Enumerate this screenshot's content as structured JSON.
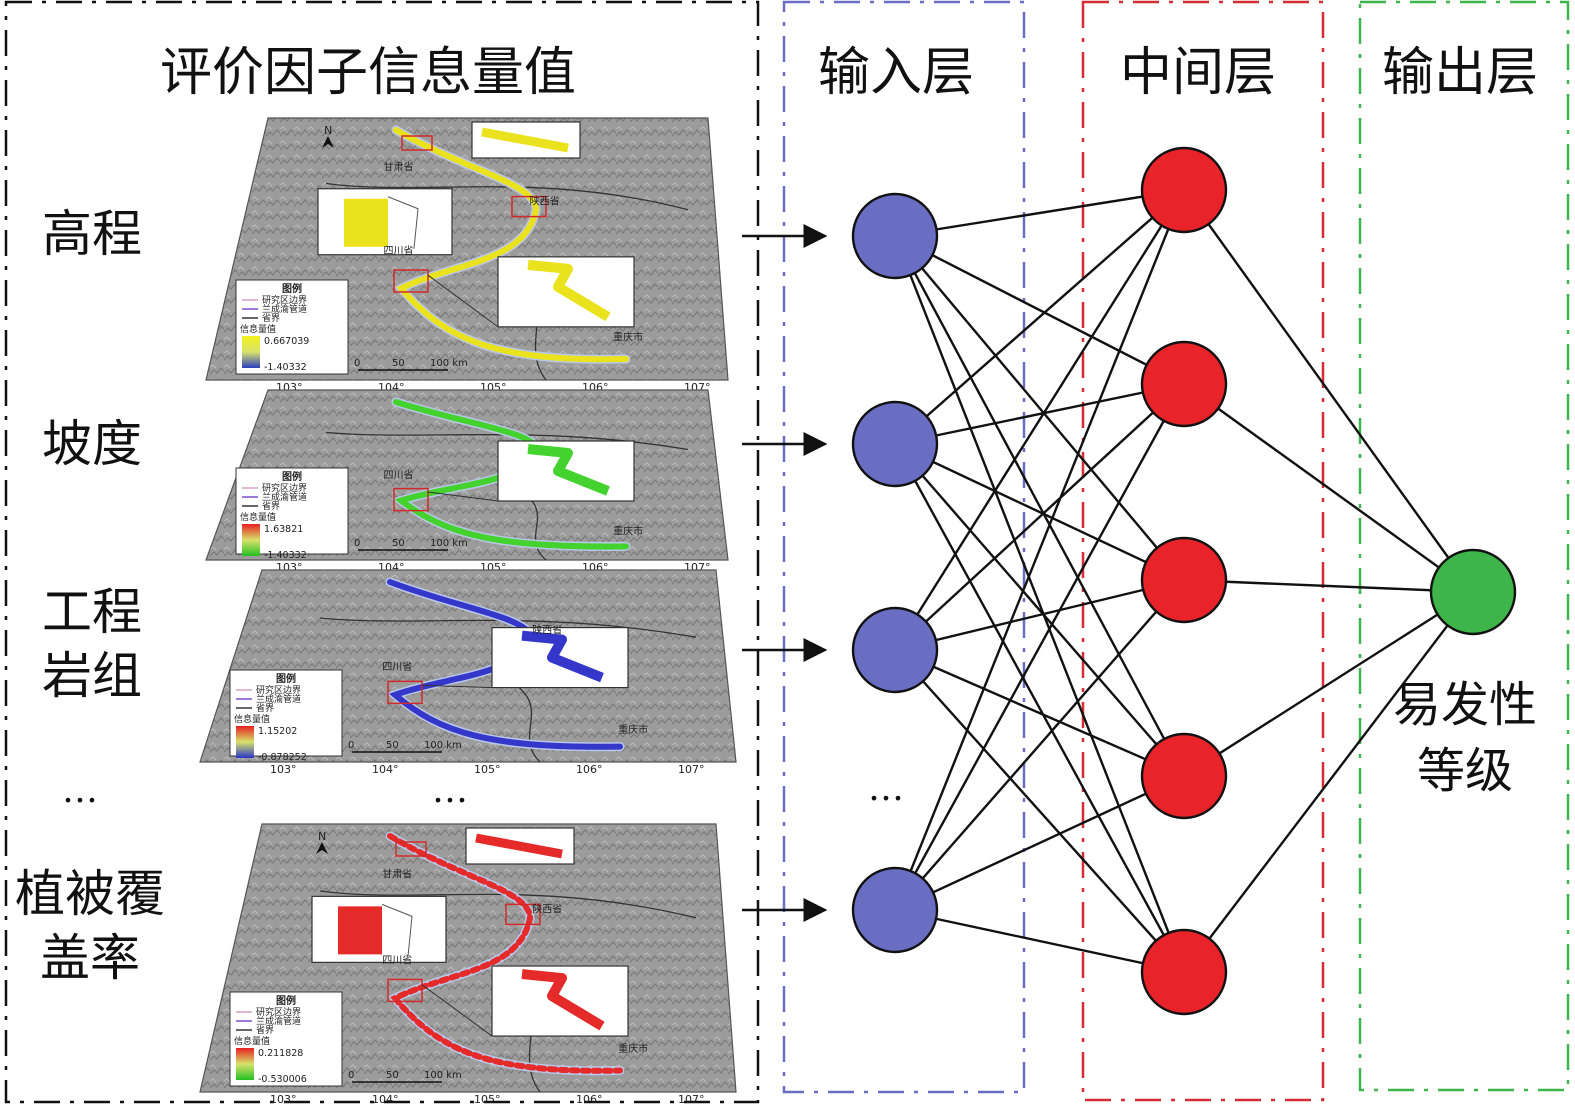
{
  "left_panel": {
    "title": "评价因子信息量值",
    "factors": [
      {
        "label": "高程"
      },
      {
        "label": "坡度"
      },
      {
        "label": "工程岩组"
      },
      {
        "label": "植被覆盖率"
      }
    ],
    "ellipsis_left": "…",
    "ellipsis_mid": "…"
  },
  "maps": [
    {
      "legend_title": "图例",
      "legend_items": [
        "研究区边界",
        "兰成渝管道",
        "省界"
      ],
      "value_title": "信息量值",
      "max": "0.667039",
      "min": "-1.40332",
      "ramp": [
        "#f2f21a",
        "#2b3fbf"
      ],
      "route": "#e9e21c",
      "provinces": [
        "甘肃省",
        "陕西省",
        "四川省",
        "重庆市"
      ]
    },
    {
      "legend_title": "图例",
      "legend_items": [
        "研究区边界",
        "兰成渝管道",
        "省界"
      ],
      "value_title": "信息量值",
      "max": "1.63821",
      "min": "-1.40332",
      "ramp": [
        "#e62020",
        "#22c022"
      ],
      "route": "#44d22e",
      "provinces": [
        "四川省",
        "重庆市"
      ]
    },
    {
      "legend_title": "图例",
      "legend_items": [
        "研究区边界",
        "兰成渝管道",
        "省界"
      ],
      "value_title": "信息量值",
      "max": "1.15202",
      "min": "-0.878252",
      "ramp": [
        "#e62020",
        "#2a35c8"
      ],
      "route": "#3437c9",
      "provinces": [
        "陕西省",
        "四川省",
        "重庆市"
      ]
    },
    {
      "legend_title": "图例",
      "legend_items": [
        "研究区边界",
        "兰成渝管道",
        "省界"
      ],
      "value_title": "信息量值",
      "max": "0.211828",
      "min": "-0.530006",
      "ramp": [
        "#e62020",
        "#22c022"
      ],
      "route": "#e52a2a",
      "provinces": [
        "甘肃省",
        "陕西省",
        "四川省",
        "重庆市"
      ]
    }
  ],
  "map_common": {
    "lon_ticks": [
      "103°",
      "104°",
      "105°",
      "106°",
      "107°"
    ],
    "scale_ticks": [
      "0",
      "50",
      "100 km"
    ],
    "north": "N"
  },
  "network": {
    "input_title": "输入层",
    "hidden_title": "中间层",
    "output_title": "输出层",
    "input_ellipsis": "…",
    "output_label": "易发性等级",
    "input_nodes": 4,
    "hidden_nodes": 5,
    "output_nodes": 1,
    "colors": {
      "input": "#6a6ec3",
      "hidden": "#e8242a",
      "output": "#3db54a",
      "input_box": "#6a6ec3",
      "hidden_box": "#d62d35",
      "output_box": "#3db54a"
    }
  }
}
